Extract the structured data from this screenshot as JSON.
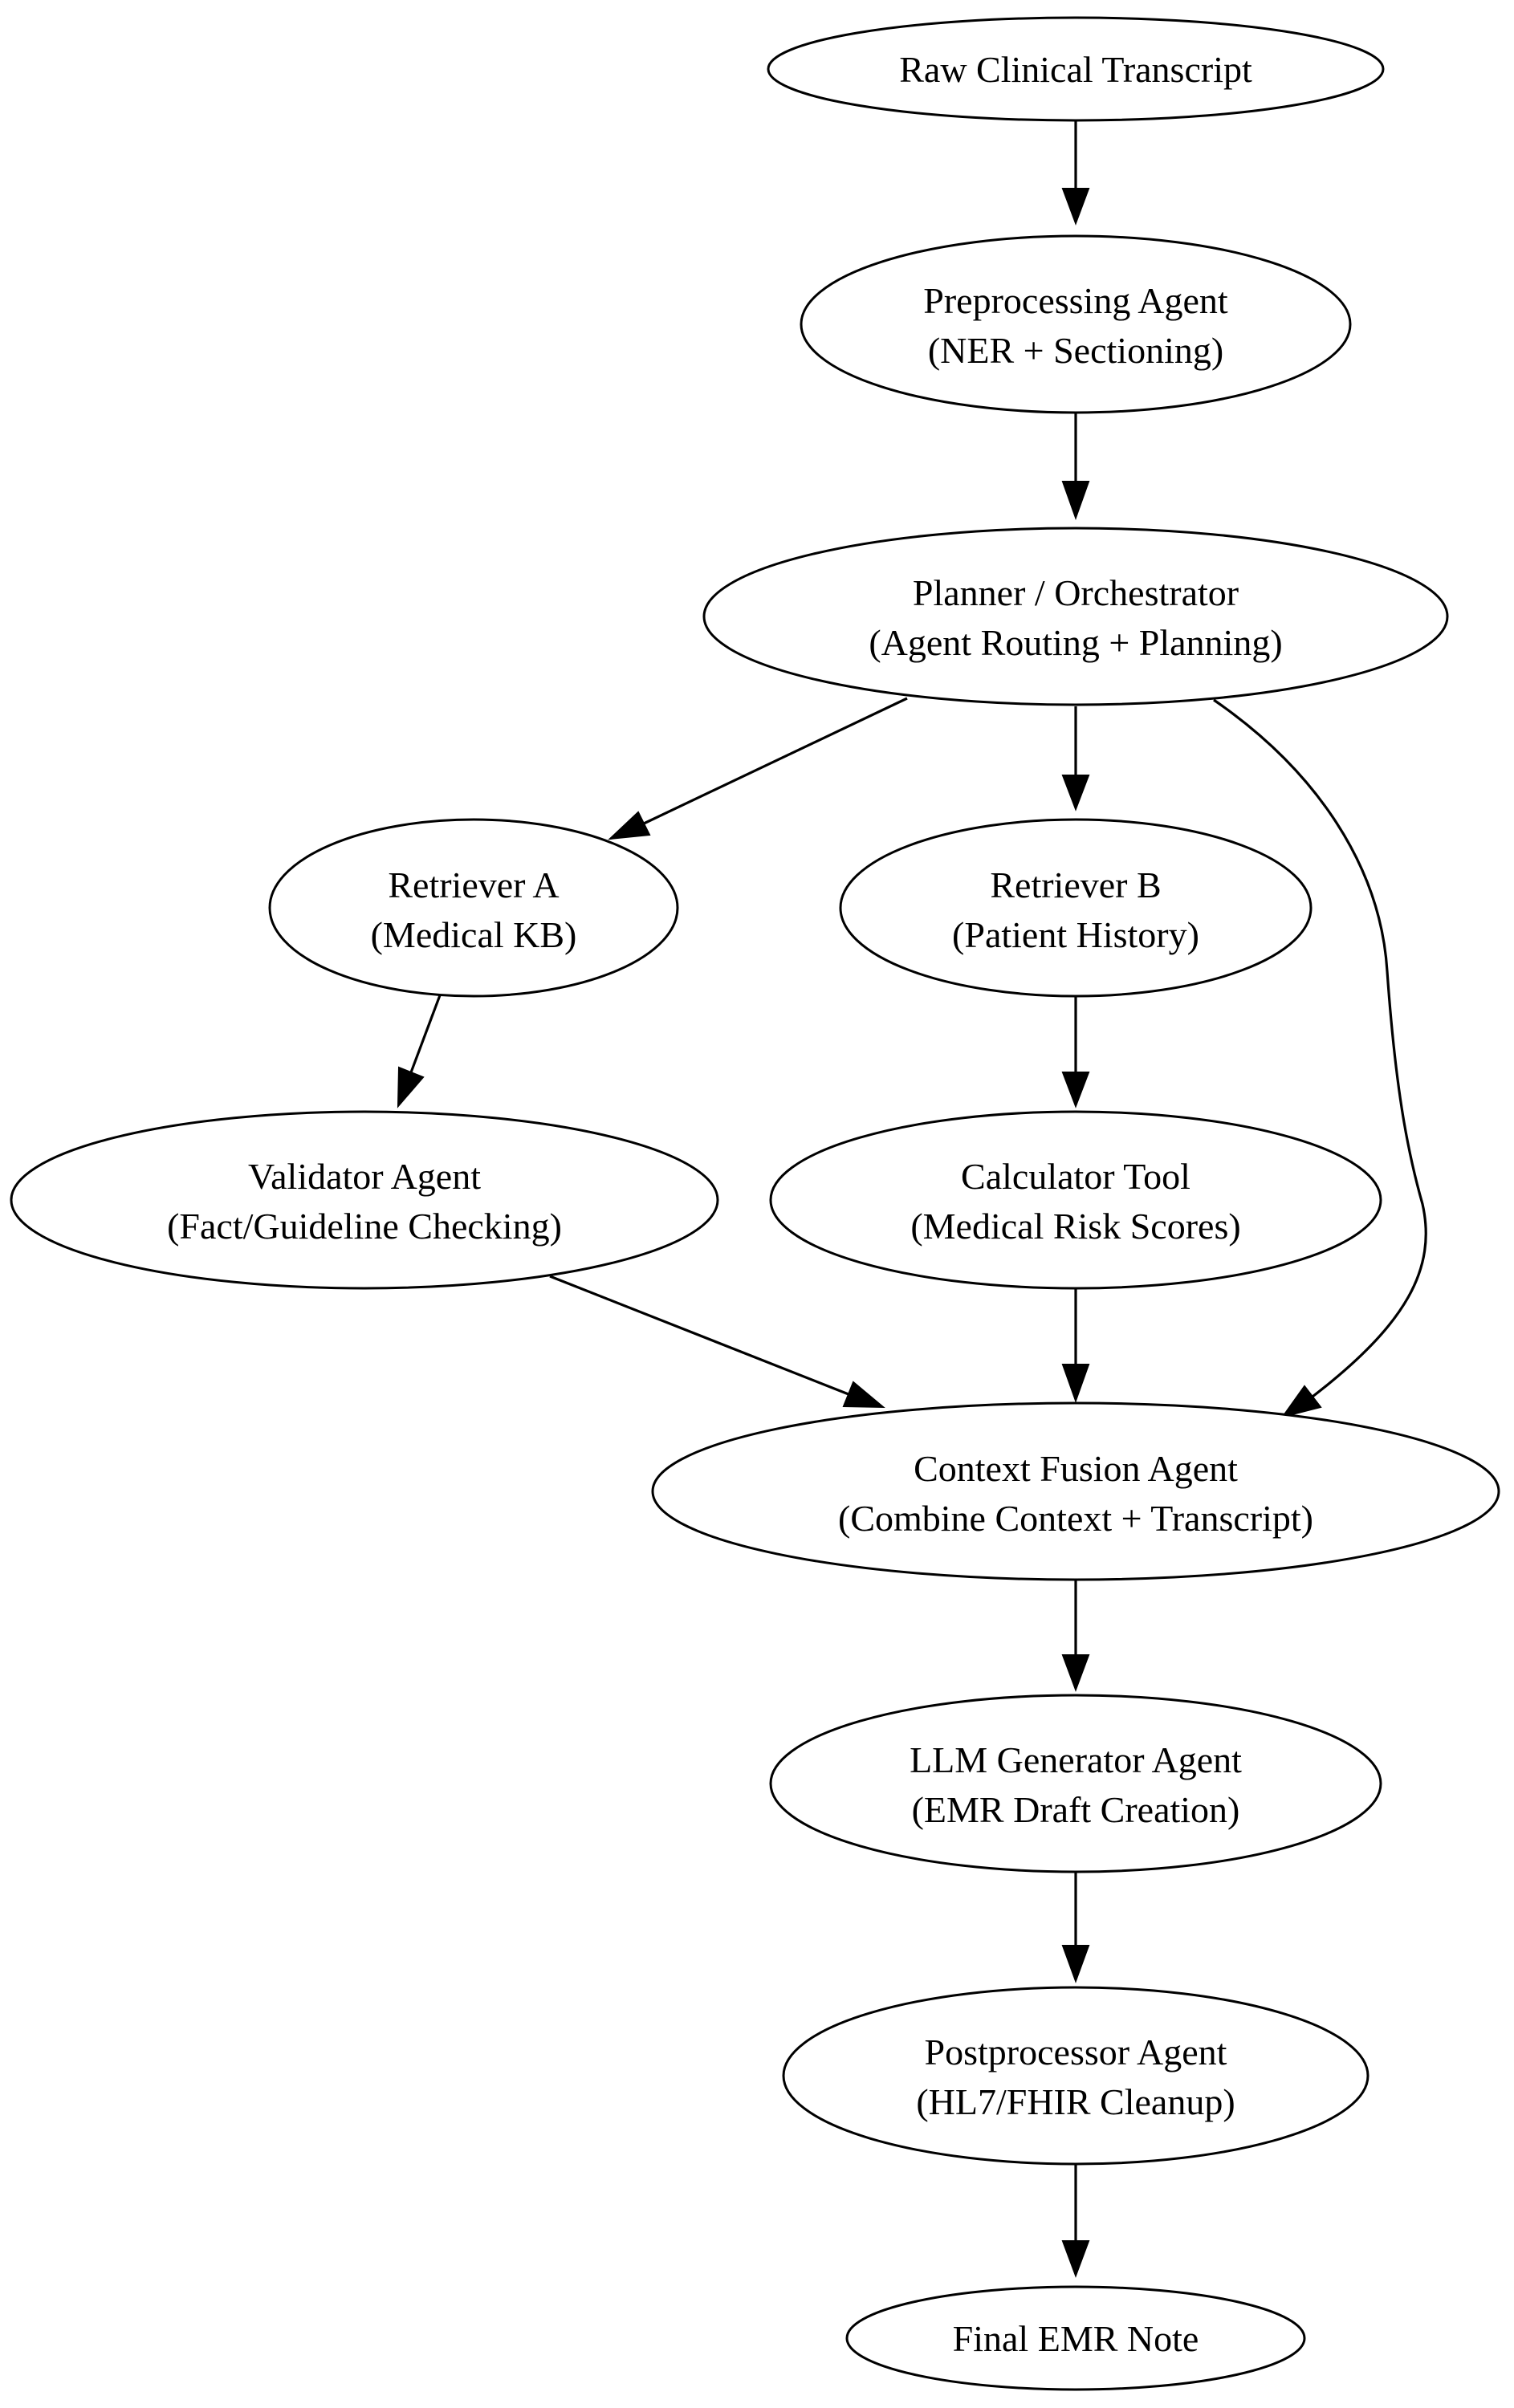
{
  "diagram": {
    "nodes": {
      "raw": {
        "line1": "Raw Clinical Transcript",
        "line2": ""
      },
      "pre": {
        "line1": "Preprocessing Agent",
        "line2": "(NER + Sectioning)"
      },
      "plan": {
        "line1": "Planner / Orchestrator",
        "line2": "(Agent Routing + Planning)"
      },
      "retA": {
        "line1": "Retriever A",
        "line2": "(Medical KB)"
      },
      "retB": {
        "line1": "Retriever B",
        "line2": "(Patient History)"
      },
      "val": {
        "line1": "Validator Agent",
        "line2": "(Fact/Guideline Checking)"
      },
      "calc": {
        "line1": "Calculator Tool",
        "line2": "(Medical Risk Scores)"
      },
      "fuse": {
        "line1": "Context Fusion Agent",
        "line2": "(Combine Context + Transcript)"
      },
      "llm": {
        "line1": "LLM Generator Agent",
        "line2": "(EMR Draft Creation)"
      },
      "post": {
        "line1": "Postprocessor Agent",
        "line2": "(HL7/FHIR Cleanup)"
      },
      "final": {
        "line1": "Final EMR Note",
        "line2": ""
      }
    },
    "edges": [
      {
        "from": "raw",
        "to": "pre"
      },
      {
        "from": "pre",
        "to": "plan"
      },
      {
        "from": "plan",
        "to": "retA"
      },
      {
        "from": "plan",
        "to": "retB"
      },
      {
        "from": "plan",
        "to": "fuse"
      },
      {
        "from": "retA",
        "to": "val"
      },
      {
        "from": "retB",
        "to": "calc"
      },
      {
        "from": "val",
        "to": "fuse"
      },
      {
        "from": "calc",
        "to": "fuse"
      },
      {
        "from": "fuse",
        "to": "llm"
      },
      {
        "from": "llm",
        "to": "post"
      },
      {
        "from": "post",
        "to": "final"
      }
    ]
  }
}
